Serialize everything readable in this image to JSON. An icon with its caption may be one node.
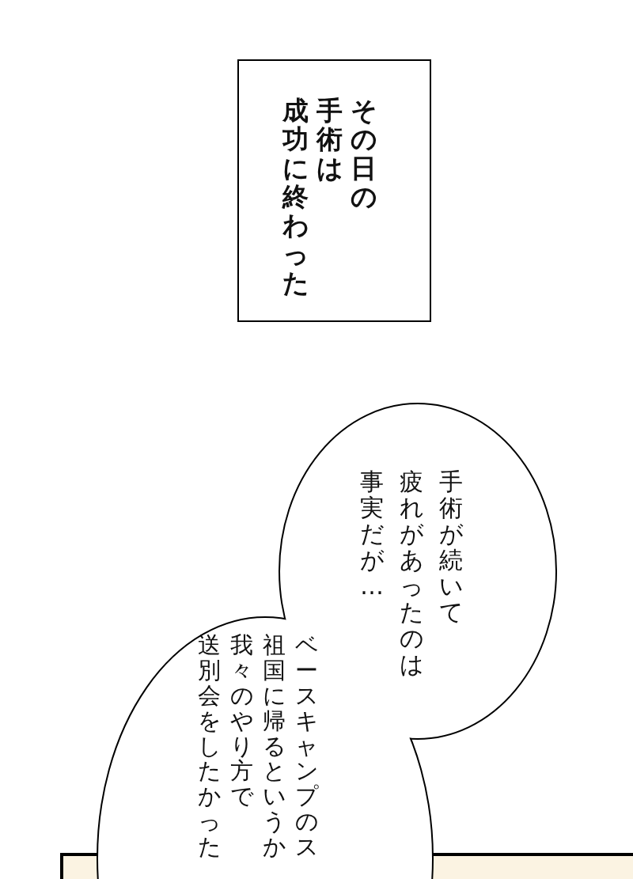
{
  "diagram": {
    "nodes": [
      {
        "text": [
          "その日の手術は成功に終わった"
        ]
      },
      {
        "text": [
          "手術が続いて疲れがあったのは事実だが…"
        ]
      },
      {
        "text": [
          "ベースキャンプのス祖国に帰るというか我々のやり方で送別会をしたかった"
        ]
      }
    ]
  }
}
